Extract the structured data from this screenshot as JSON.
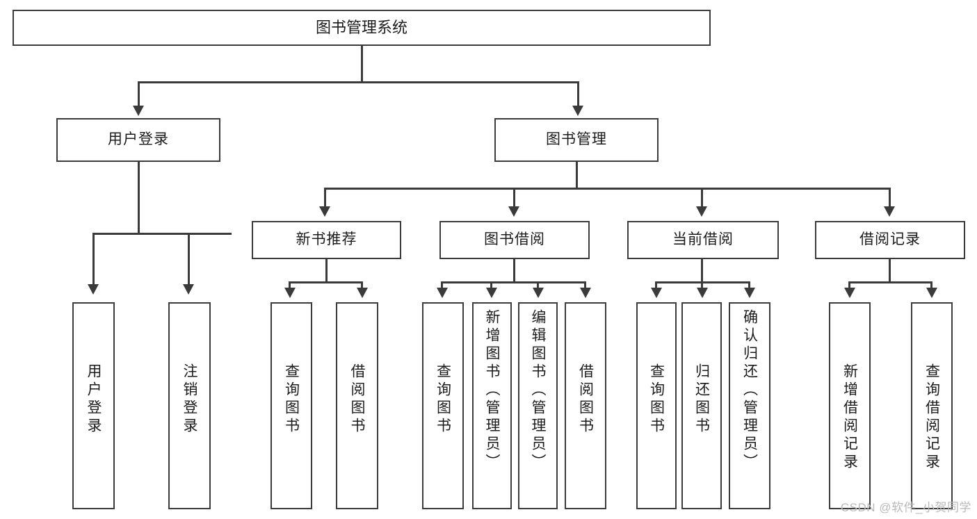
{
  "diagram": {
    "title": "图书管理系统",
    "root": {
      "label": "图书管理系统"
    },
    "level2": [
      {
        "label": "用户登录"
      },
      {
        "label": "图书管理"
      }
    ],
    "level3": [
      {
        "label": "新书推荐"
      },
      {
        "label": "图书借阅"
      },
      {
        "label": "当前借阅"
      },
      {
        "label": "借阅记录"
      }
    ],
    "leaves": [
      {
        "label": "用户登录"
      },
      {
        "label": "注销登录"
      },
      {
        "label": "查询图书"
      },
      {
        "label": "借阅图书"
      },
      {
        "label": "查询图书"
      },
      {
        "label": "新增图书（管理员）"
      },
      {
        "label": "编辑图书（管理员）"
      },
      {
        "label": "借阅图书"
      },
      {
        "label": "查询图书"
      },
      {
        "label": "归还图书"
      },
      {
        "label": "确认归还（管理员）"
      },
      {
        "label": "新增借阅记录"
      },
      {
        "label": "查询借阅记录"
      }
    ]
  },
  "watermark": {
    "text": "CSDN @软件_小贺同学"
  },
  "colors": {
    "stroke": "#3a3a3a",
    "text": "#1b1b1b",
    "background": "#ffffff",
    "watermark": "#b9b9b9"
  }
}
